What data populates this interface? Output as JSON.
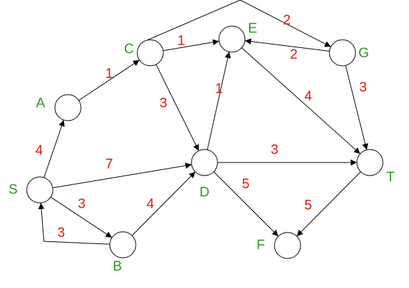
{
  "colors": {
    "node_label": "#2e9a1e",
    "weight_label": "#e8120c",
    "stroke": "#000000"
  },
  "nodes": [
    {
      "id": "S",
      "label": "S"
    },
    {
      "id": "A",
      "label": "A"
    },
    {
      "id": "B",
      "label": "B"
    },
    {
      "id": "C",
      "label": "C"
    },
    {
      "id": "D",
      "label": "D"
    },
    {
      "id": "E",
      "label": "E"
    },
    {
      "id": "F",
      "label": "F"
    },
    {
      "id": "G",
      "label": "G"
    },
    {
      "id": "T",
      "label": "T"
    }
  ],
  "edges": [
    {
      "from": "S",
      "to": "A",
      "weight": "4"
    },
    {
      "from": "A",
      "to": "C",
      "weight": "1"
    },
    {
      "from": "S",
      "to": "D",
      "weight": "7"
    },
    {
      "from": "S",
      "to": "B",
      "weight": "3"
    },
    {
      "from": "B",
      "to": "S",
      "weight": "3"
    },
    {
      "from": "B",
      "to": "D",
      "weight": "4"
    },
    {
      "from": "C",
      "to": "E",
      "weight": "1"
    },
    {
      "from": "C",
      "to": "D",
      "weight": "3"
    },
    {
      "from": "C",
      "to": "G",
      "weight": "2"
    },
    {
      "from": "D",
      "to": "E",
      "weight": "1"
    },
    {
      "from": "D",
      "to": "T",
      "weight": "3"
    },
    {
      "from": "D",
      "to": "F",
      "weight": "5"
    },
    {
      "from": "E",
      "to": "T",
      "weight": "4"
    },
    {
      "from": "G",
      "to": "E",
      "weight": "2"
    },
    {
      "from": "G",
      "to": "T",
      "weight": "3"
    },
    {
      "from": "T",
      "to": "F",
      "weight": "5"
    }
  ]
}
